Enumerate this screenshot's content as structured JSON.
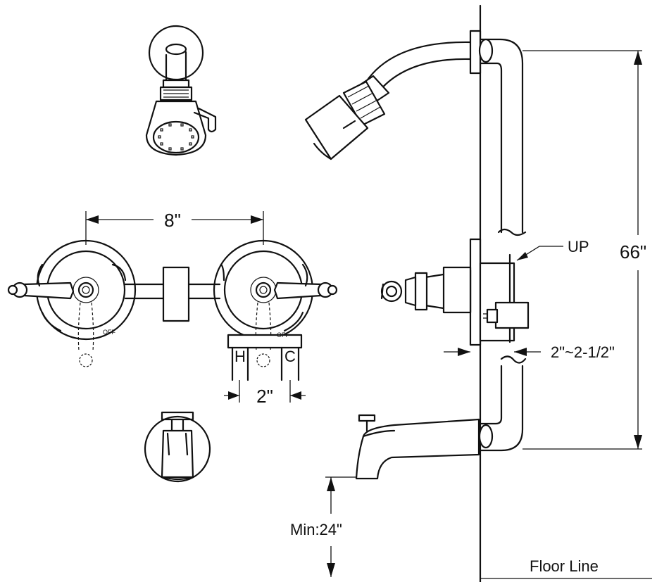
{
  "labels": {
    "spacing": "8\"",
    "inlet": "2\"",
    "hot": "H",
    "cold": "C",
    "off_left": "OFF",
    "off_right": "OFF",
    "up": "UP",
    "height": "66\"",
    "depth": "2\"~2-1/2\"",
    "min_height": "Min:24\"",
    "floor": "Floor Line"
  },
  "colors": {
    "line": "#111111",
    "background": "#ffffff"
  }
}
